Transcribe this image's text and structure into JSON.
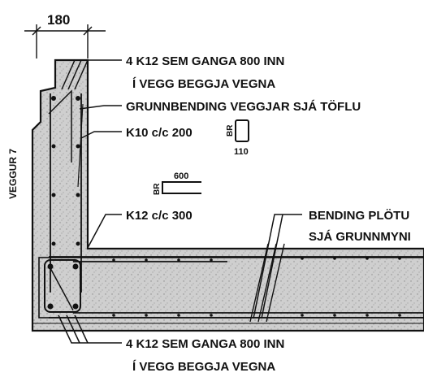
{
  "dimension_180": "180",
  "wall_label": "VEGGUR 7",
  "labels": {
    "top_bars_line1": "4 K12 SEM GANGA 800 INN",
    "top_bars_line2": "Í VEGG BEGGJA VEGNA",
    "basic_reinforcement": "GRUNNBENDING VEGGJAR SJÁ TÖFLU",
    "k10": "K10 c/c 200",
    "k12": "K12 c/c 300",
    "slab_line1": "BENDING PLÖTU",
    "slab_line2": "SJÁ GRUNNMYNI",
    "bottom_bars_line1": "4 K12 SEM GANGA 800 INN",
    "bottom_bars_line2": "Í VEGG BEGGJA VEGNA"
  },
  "stirrup_detail": {
    "side_label": "BR",
    "dim": "110"
  },
  "bent_bar_detail": {
    "side_label": "BR",
    "dim": "600"
  },
  "colors": {
    "concrete": "#cdcdcd",
    "line": "#111111",
    "background": "#ffffff"
  }
}
